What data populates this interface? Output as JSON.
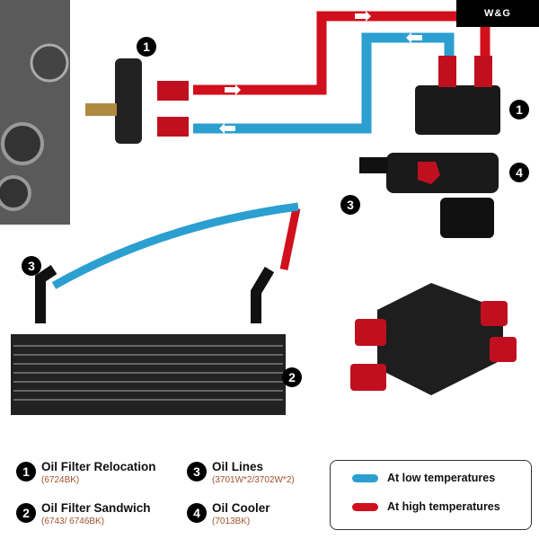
{
  "brand": "W&G",
  "markers": {
    "relocation_left": "1",
    "relocation_right": "1",
    "four": "4",
    "three_right": "3",
    "three_left": "3",
    "two": "2"
  },
  "legend": [
    {
      "num": "1",
      "title": "Oil Filter Relocation",
      "code": "(6724BK)"
    },
    {
      "num": "2",
      "title": "Oil Filter Sandwich",
      "code": "(6743/ 6746BK)"
    },
    {
      "num": "3",
      "title": "Oil Lines",
      "code": "(3701W*2/3702W*2)"
    },
    {
      "num": "4",
      "title": "Oil Cooler",
      "code": "(7013BK)"
    }
  ],
  "temperature_key": {
    "low": "At low temperatures",
    "high": "At high temperatures"
  },
  "colors": {
    "low": "#2a9fd0",
    "high": "#d0101c"
  }
}
